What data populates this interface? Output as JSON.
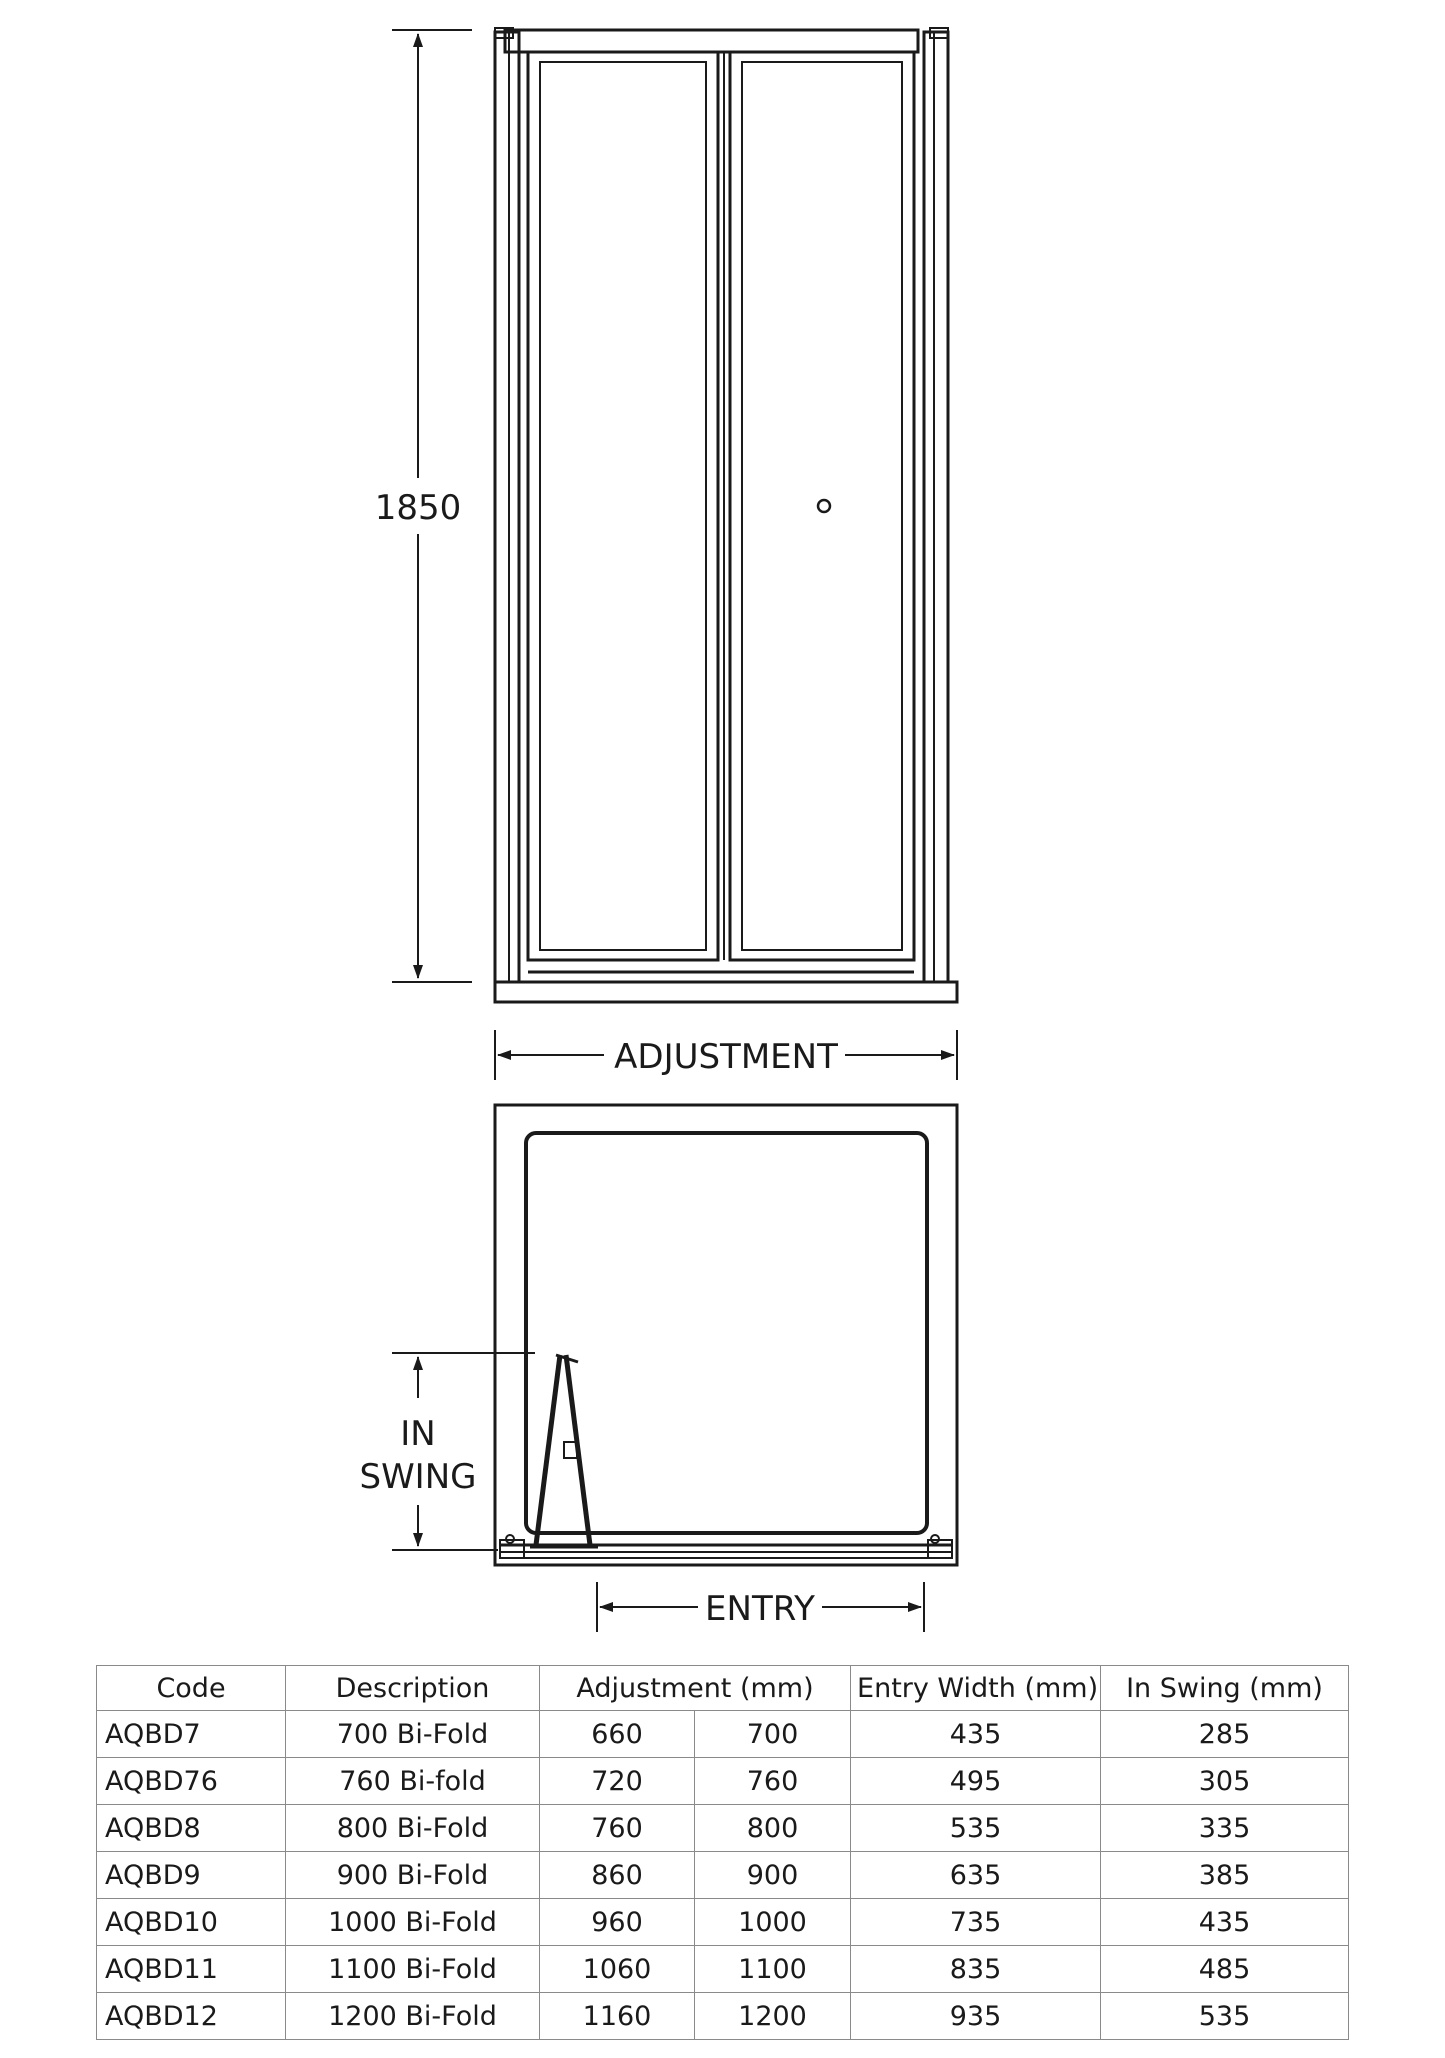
{
  "drawing": {
    "height_label": "1850",
    "adjustment_label": "ADJUSTMENT",
    "in_swing_label_line1": "IN",
    "in_swing_label_line2": "SWING",
    "entry_label": "ENTRY"
  },
  "table": {
    "headers": {
      "code": "Code",
      "description": "Description",
      "adjustment": "Adjustment (mm)",
      "entry_width": "Entry Width (mm)",
      "in_swing": "In Swing (mm)"
    },
    "rows": [
      {
        "code": "AQBD7",
        "description": "700 Bi-Fold",
        "adj_min": "660",
        "adj_max": "700",
        "entry": "435",
        "swing": "285"
      },
      {
        "code": "AQBD76",
        "description": "760 Bi-fold",
        "adj_min": "720",
        "adj_max": "760",
        "entry": "495",
        "swing": "305"
      },
      {
        "code": "AQBD8",
        "description": "800 Bi-Fold",
        "adj_min": "760",
        "adj_max": "800",
        "entry": "535",
        "swing": "335"
      },
      {
        "code": "AQBD9",
        "description": "900 Bi-Fold",
        "adj_min": "860",
        "adj_max": "900",
        "entry": "635",
        "swing": "385"
      },
      {
        "code": "AQBD10",
        "description": "1000 Bi-Fold",
        "adj_min": "960",
        "adj_max": "1000",
        "entry": "735",
        "swing": "435"
      },
      {
        "code": "AQBD11",
        "description": "1100 Bi-Fold",
        "adj_min": "1060",
        "adj_max": "1100",
        "entry": "835",
        "swing": "485"
      },
      {
        "code": "AQBD12",
        "description": "1200 Bi-Fold",
        "adj_min": "1160",
        "adj_max": "1200",
        "entry": "935",
        "swing": "535"
      }
    ]
  }
}
